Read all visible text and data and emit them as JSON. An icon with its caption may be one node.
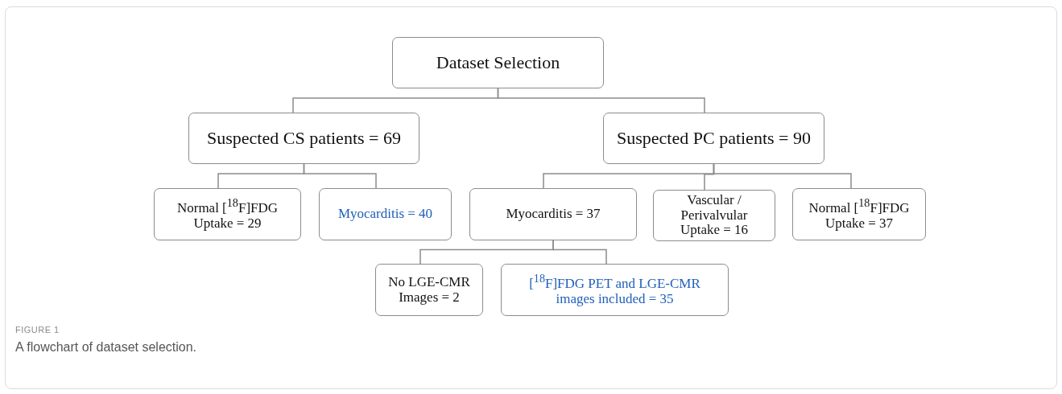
{
  "diagram": {
    "caption": "A flowchart of dataset selection.",
    "nodes": [
      {
        "text": [
          "Dataset Selection"
        ]
      },
      {
        "text": [
          "Suspected CS patients = 69"
        ]
      },
      {
        "text": [
          "Suspected PC patients = 90"
        ]
      },
      {
        "text": [
          "Normal [$^{18}$F]FDG Uptake = 29"
        ]
      },
      {
        "text": [
          "Myocarditis = 40"
        ]
      },
      {
        "text": [
          "Myocarditis = 37"
        ]
      },
      {
        "text": [
          "Vascular / Perivalvular Uptake = 16"
        ]
      },
      {
        "text": [
          "Normal [$^{18}$F]FDG Uptake = 37"
        ]
      },
      {
        "text": [
          "No LGE-CMR Images = 2"
        ]
      },
      {
        "text": [
          "[$^{18}$F]FDG PET and LGE-CMR images included = 35"
        ]
      }
    ],
    "edges": [
      {
        "from": 0,
        "to": 1,
        "arrow": "none"
      },
      {
        "from": 0,
        "to": 2,
        "arrow": "none"
      },
      {
        "from": 1,
        "to": 3,
        "arrow": "none"
      },
      {
        "from": 1,
        "to": 4,
        "arrow": "none"
      },
      {
        "from": 2,
        "to": 5,
        "arrow": "none"
      },
      {
        "from": 2,
        "to": 6,
        "arrow": "none"
      },
      {
        "from": 2,
        "to": 7,
        "arrow": "none"
      },
      {
        "from": 5,
        "to": 8,
        "arrow": "none"
      },
      {
        "from": 5,
        "to": 9,
        "arrow": "none"
      }
    ],
    "labels": [
      "FIGURE 1"
    ]
  }
}
